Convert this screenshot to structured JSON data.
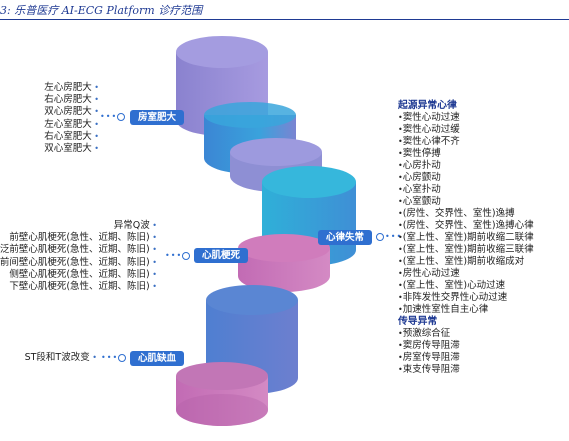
{
  "caption": "3:  乐普医疗 AI-ECG Platform 诊疗范围",
  "left_groups": [
    {
      "tag": "房室肥大",
      "items": [
        "左心房肥大",
        "右心房肥大",
        "双心房肥大",
        "左心室肥大",
        "右心室肥大",
        "双心室肥大"
      ]
    },
    {
      "tag": "心肌梗死",
      "items": [
        "异常Q波",
        "前壁心肌梗死(急性、近期、陈旧)",
        "广泛前壁心肌梗死(急性、近期、陈旧)",
        "前间壁心肌梗死(急性、近期、陈旧)",
        "侧壁心肌梗死(急性、近期、陈旧)",
        "下壁心肌梗死(急性、近期、陈旧)"
      ]
    },
    {
      "tag": "心肌缺血",
      "items": [
        "ST段和T波改变"
      ]
    }
  ],
  "right_group": {
    "tag": "心律失常",
    "sections": [
      {
        "heading": "起源异常心律",
        "items": [
          "窦性心动过速",
          "窦性心动过缓",
          "窦性心律不齐",
          "窦性停搏",
          "心房扑动",
          "心房颤动",
          "心室扑动",
          "心室颤动",
          "(房性、交界性、室性)逸搏",
          "(房性、交界性、室性)逸搏心律",
          "(室上性、室性)期前收缩二联律",
          "(室上性、室性)期前收缩三联律",
          "(室上性、室性)期前收缩成对",
          "房性心动过速",
          "(室上性、室性)心动过速",
          "非阵发性交界性心动过速",
          "加速性室性自主心律"
        ]
      },
      {
        "heading": "传导异常",
        "items": [
          "预激综合征",
          "窦房传导阻滞",
          "房室传导阻滞",
          "束支传导阻滞"
        ]
      }
    ]
  },
  "colors": {
    "tag": "#2f6fd0",
    "caption": "#1f3a93",
    "cylinder_purple": "#8e8fd4",
    "cylinder_blue": "#3f8fd6",
    "cylinder_cyan": "#2fb5d9",
    "cylinder_pink": "#c86bb0"
  }
}
